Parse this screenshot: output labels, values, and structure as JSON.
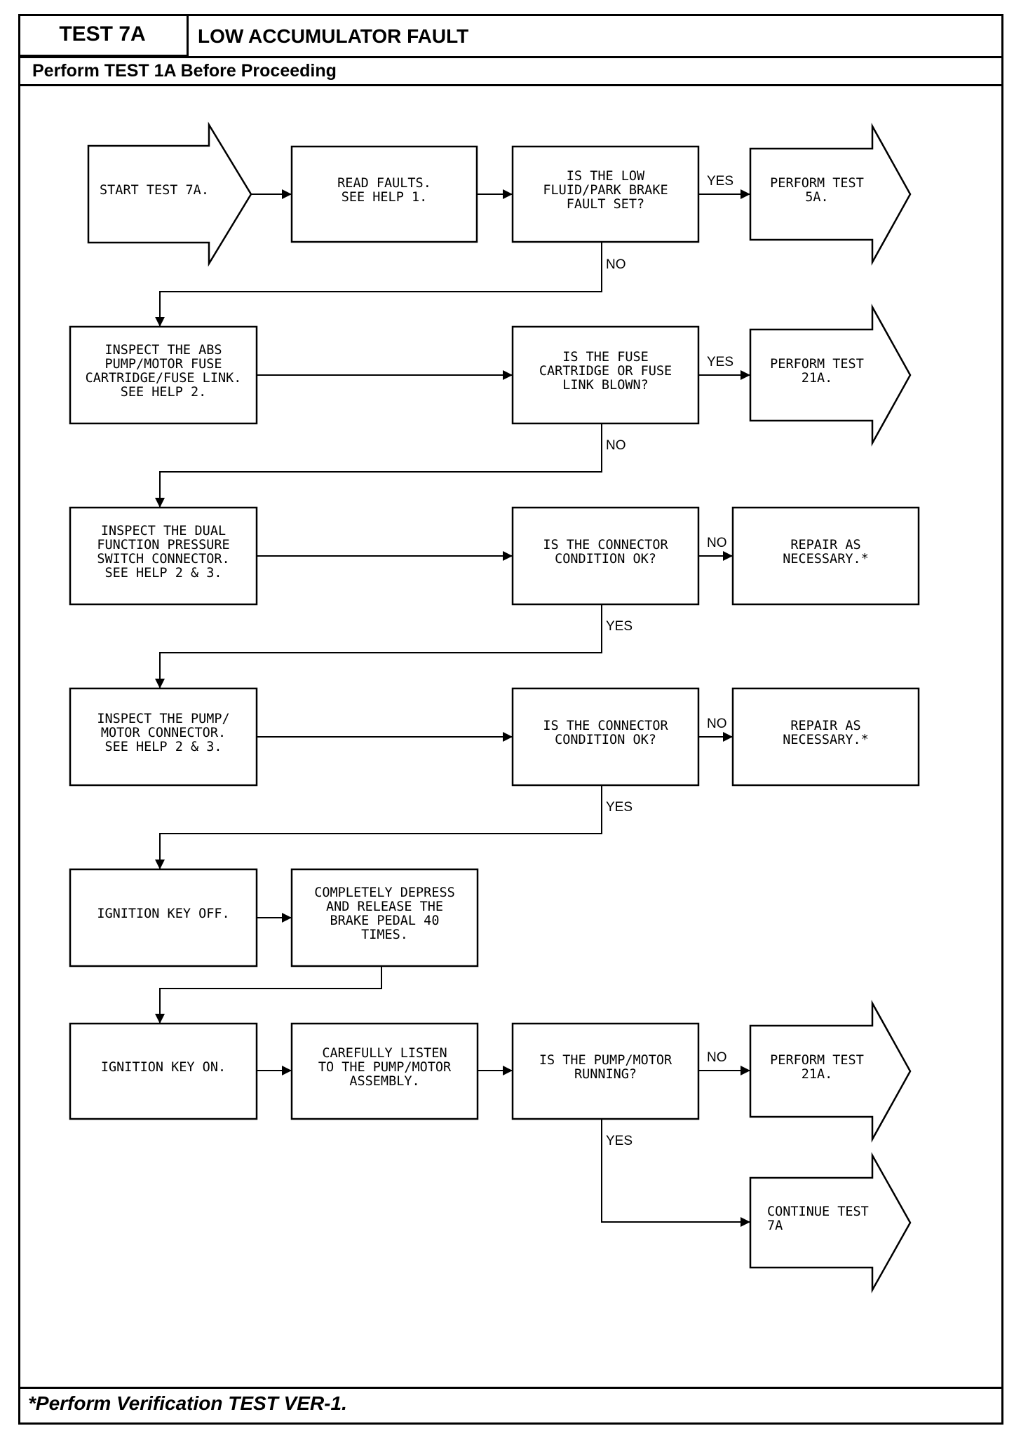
{
  "header": {
    "test_id": "TEST 7A",
    "title": "LOW ACCUMULATOR FAULT",
    "prerequisite": "Perform TEST 1A Before Proceeding"
  },
  "footer": {
    "note": "*Perform Verification TEST VER-1."
  },
  "flow": {
    "start": [
      "START TEST 7A."
    ],
    "read_faults": [
      "READ FAULTS.",
      "SEE HELP 1."
    ],
    "q_low_fluid": [
      "IS THE LOW",
      "FLUID/PARK BRAKE",
      "FAULT SET?"
    ],
    "perform_5a": [
      "PERFORM TEST",
      "5A."
    ],
    "inspect_fuse": [
      "INSPECT THE ABS",
      "PUMP/MOTOR FUSE",
      "CARTRIDGE/FUSE LINK.",
      "SEE HELP 2."
    ],
    "q_fuse": [
      "IS THE FUSE",
      "CARTRIDGE OR FUSE",
      "LINK BLOWN?"
    ],
    "perform_21a_1": [
      "PERFORM TEST",
      "21A."
    ],
    "inspect_dual": [
      "INSPECT THE DUAL",
      "FUNCTION PRESSURE",
      "SWITCH CONNECTOR.",
      "SEE HELP 2 & 3."
    ],
    "q_connector_1": [
      "IS THE CONNECTOR",
      "CONDITION OK?"
    ],
    "repair_1": [
      "REPAIR AS",
      "NECESSARY.*"
    ],
    "inspect_pump": [
      "INSPECT THE PUMP/",
      "MOTOR CONNECTOR.",
      "SEE HELP 2 & 3."
    ],
    "q_connector_2": [
      "IS THE CONNECTOR",
      "CONDITION OK?"
    ],
    "repair_2": [
      "REPAIR AS",
      "NECESSARY.*"
    ],
    "ign_off": [
      "IGNITION KEY OFF."
    ],
    "depress": [
      "COMPLETELY DEPRESS",
      "AND RELEASE THE",
      "BRAKE PEDAL 40",
      "TIMES."
    ],
    "ign_on": [
      "IGNITION KEY ON."
    ],
    "listen": [
      "CAREFULLY LISTEN",
      "TO THE PUMP/MOTOR",
      "ASSEMBLY."
    ],
    "q_pump": [
      "IS THE PUMP/MOTOR",
      "RUNNING?"
    ],
    "perform_21a_2": [
      "PERFORM TEST",
      "21A."
    ],
    "continue": [
      "CONTINUE TEST",
      "7A"
    ]
  },
  "labels": {
    "yes": "YES",
    "no": "NO"
  }
}
